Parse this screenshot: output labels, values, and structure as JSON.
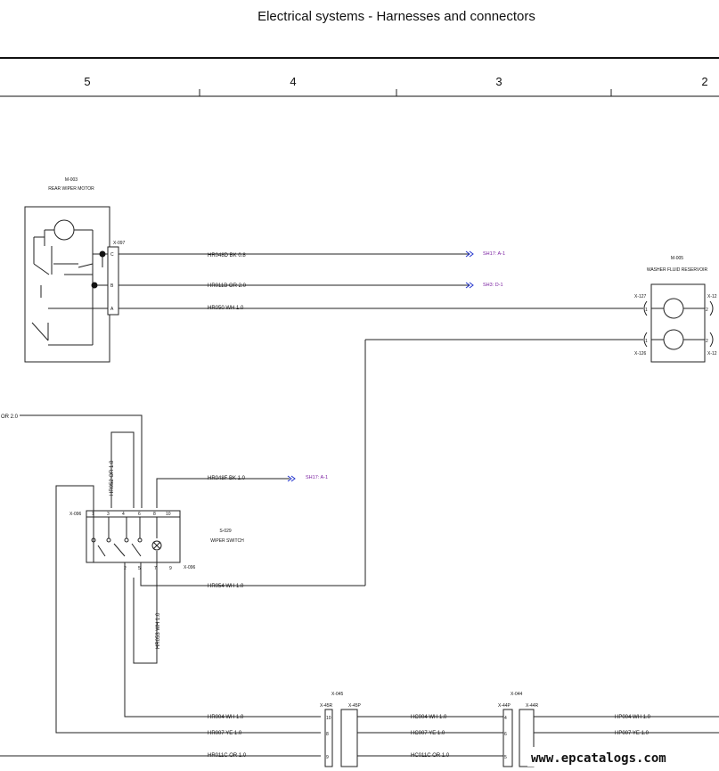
{
  "title": "Electrical systems - Harnesses and connectors",
  "zones": [
    "5",
    "4",
    "3",
    "2"
  ],
  "components": {
    "rear_wiper_motor": {
      "id": "M-003",
      "name": "REAR WIPER MOTOR",
      "connector": "X-097",
      "pins": [
        "C",
        "B",
        "A"
      ]
    },
    "washer_reservoir": {
      "id": "M-005",
      "name": "WASHER FLUID RESERVOIR",
      "connector_top": "X-127",
      "connector_bottom": "X-126",
      "pin_left_top": "1",
      "pin_left_bottom": "1",
      "pin_right_top": "2",
      "pin_right_bottom": "2",
      "connector_right_top": "X-12",
      "connector_right_bottom": "X-12"
    },
    "wiper_switch": {
      "id": "S-029",
      "name": "WIPER SWITCH",
      "connector_top": "X-096",
      "connector_bottom": "X-096",
      "pins_top": [
        "1",
        "3",
        "4",
        "6",
        "8",
        "10"
      ],
      "pins_bottom": [
        "2",
        "5",
        "7",
        "9"
      ]
    },
    "conn_45": {
      "id": "X-045",
      "left": "X-45R",
      "right": "X-45P",
      "pins": [
        "10",
        "8",
        "9"
      ]
    },
    "conn_44": {
      "id": "X-044",
      "left": "X-44P",
      "right": "X-44R",
      "pins": [
        "4",
        "6",
        "5"
      ]
    }
  },
  "wires": {
    "hr048d": "HR048D BK 0.8",
    "hr011b": "HR011B OR 2.0",
    "hr050": "HR050 WH 1.0",
    "or20_left": "OR 2.0",
    "hr052": "HR052 OR 1.0",
    "hr048f": "HR048F BK 1.0",
    "hr054": "HR054 WH 1.0",
    "hr053": "HR053 WH 1.0",
    "hr004": "HR004 WH 1.0",
    "hr007": "HR007 YE 1.0",
    "hr011c": "HR011C OR 1.0",
    "hc004": "HC004 WH 1.0",
    "hc007": "HC007 YE 1.0",
    "hc011c": "HC011C OR 1.0",
    "hp004": "HP004 WH 1.0",
    "hp007": "HP007 YE 1.0"
  },
  "refs": {
    "sh17_a1_top": "SH17: A-1",
    "sh3_d1": "SH3: D-1",
    "sh17_a1_mid": "SH17: A-1"
  },
  "watermark": "www.epcatalogs.com"
}
